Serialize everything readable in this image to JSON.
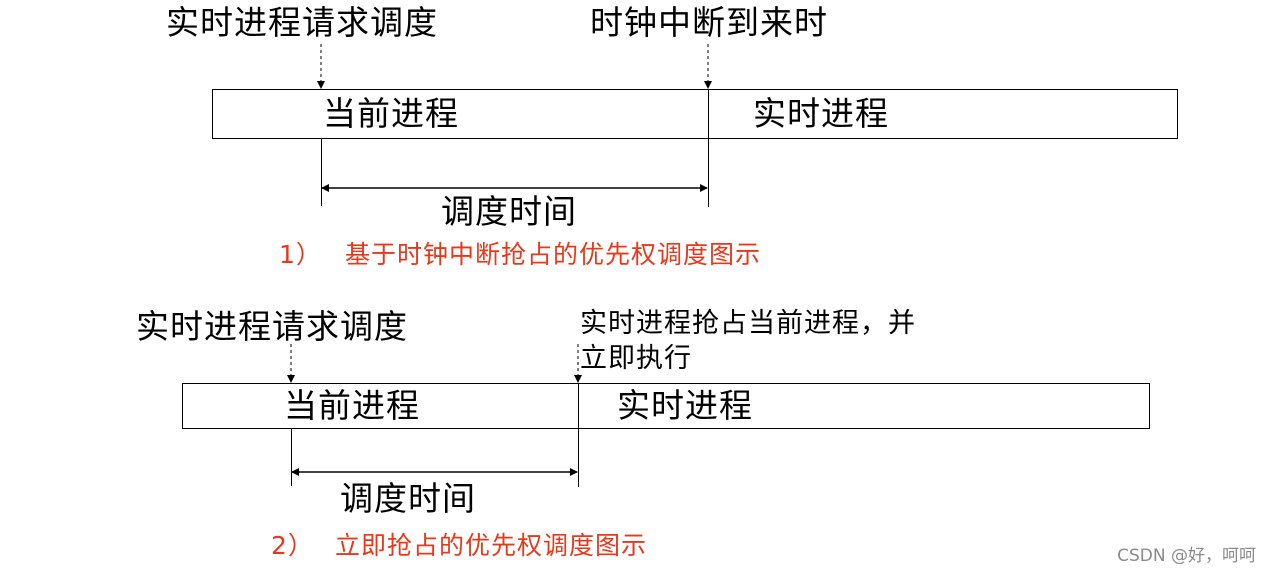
{
  "diagram1": {
    "top_left_label": "实时进程请求调度",
    "top_right_label": "时钟中断到来时",
    "segment_current": "当前进程",
    "segment_realtime": "实时进程",
    "interval_label": "调度时间",
    "caption_number": "1）",
    "caption_text": "基于时钟中断抢占的优先权调度图示"
  },
  "diagram2": {
    "top_left_label": "实时进程请求调度",
    "top_right_line1": "实时进程抢占当前进程，并",
    "top_right_line2": "立即执行",
    "segment_current": "当前进程",
    "segment_realtime": "实时进程",
    "interval_label": "调度时间",
    "caption_number": "2）",
    "caption_text": "立即抢占的优先权调度图示"
  },
  "watermark": "CSDN @好，呵呵",
  "colors": {
    "caption": "#e8381c",
    "line": "#000000",
    "watermark": "#8a8a8a"
  }
}
